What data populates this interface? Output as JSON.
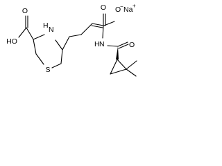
{
  "molecule": {
    "atoms": {
      "o_carbonyl_left": "O",
      "hydroxyl": "HO",
      "amine_n": "N",
      "amine_h": "H",
      "sulfur": "S",
      "o_carbonyl_right": "O",
      "o_anion": "O",
      "anion_charge": "−",
      "sodium": "Na",
      "sodium_charge": "+",
      "amide_h": "H",
      "amide_n": "N",
      "o_amide": "O"
    }
  }
}
